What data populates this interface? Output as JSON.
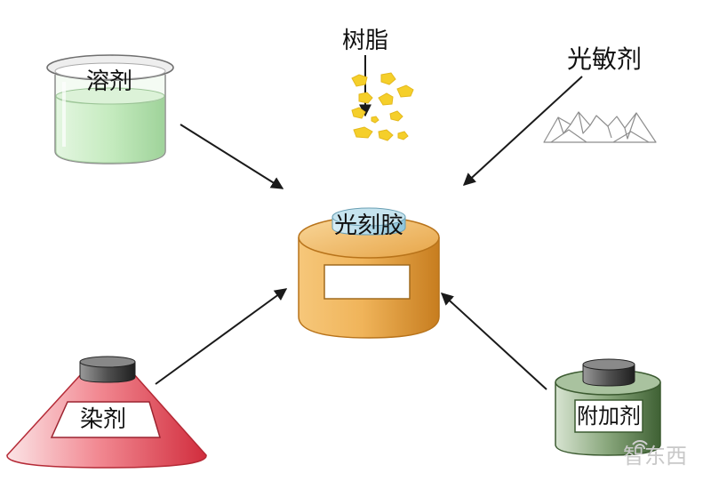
{
  "diagram": {
    "center": {
      "label": "光刻胶"
    },
    "components": [
      {
        "id": "solvent",
        "label": "溶剂"
      },
      {
        "id": "resin",
        "label": "树脂"
      },
      {
        "id": "photosensitizer",
        "label": "光敏剂"
      },
      {
        "id": "dye",
        "label": "染剂"
      },
      {
        "id": "additive",
        "label": "附加剂"
      }
    ]
  },
  "watermark": "智东西",
  "colors": {
    "center_body": "#e3a647",
    "center_cap": "#a9d3e3",
    "solvent_liquid": "#c9ecc4",
    "resin_flakes": "#f5cf2a",
    "dye_body": "#e64a57",
    "additive_body": "#587b4d",
    "arrow": "#1a1a1a"
  }
}
